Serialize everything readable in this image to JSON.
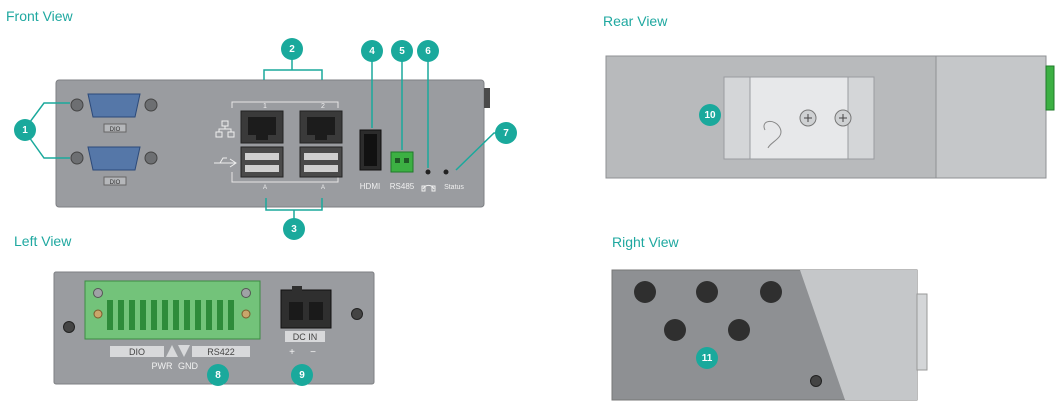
{
  "views": {
    "front": {
      "title": "Front View"
    },
    "rear": {
      "title": "Rear View"
    },
    "left": {
      "title": "Left View"
    },
    "right": {
      "title": "Right View"
    }
  },
  "front_labels": {
    "dio_top": "DIO",
    "dio_bottom": "DIO",
    "lan1": "1",
    "lan2": "2",
    "usb_a": "A",
    "usb_b": "A",
    "hdmi": "HDMI",
    "rs485": "RS485",
    "status": "Status"
  },
  "left_labels": {
    "dio": "DIO",
    "rs422": "RS422",
    "pwr": "PWR",
    "gnd": "GND",
    "dc_in": "DC IN",
    "plus": "+",
    "minus": "−"
  },
  "callouts": [
    "1",
    "2",
    "3",
    "4",
    "5",
    "6",
    "7",
    "8",
    "9",
    "10",
    "11"
  ],
  "colors": {
    "accent": "#1aa99c",
    "title": "#1fa8a0",
    "terminal": "#3cb043"
  }
}
